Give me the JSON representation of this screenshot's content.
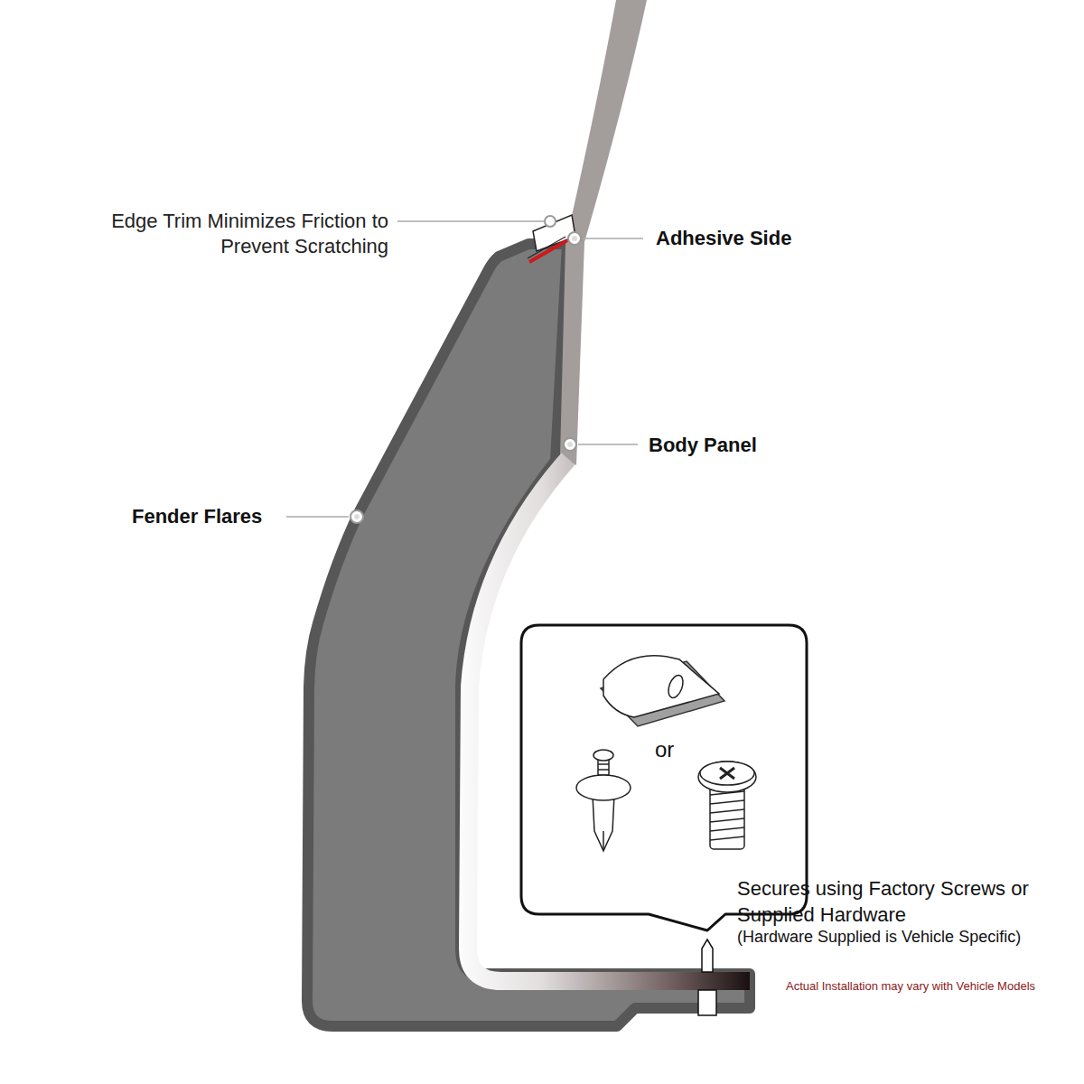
{
  "diagram": {
    "nodes": [
      {
        "text": [
          "or"
        ]
      }
    ],
    "labels": [
      "Edge Trim Minimizes Friction to Prevent Scratching",
      "Adhesive Side",
      "Body Panel",
      "Fender Flares",
      "Secures using Factory Screws or Supplied Hardware",
      "(Hardware Supplied is Vehicle Specific)",
      "Actual Installation may vary with Vehicle Models"
    ]
  }
}
